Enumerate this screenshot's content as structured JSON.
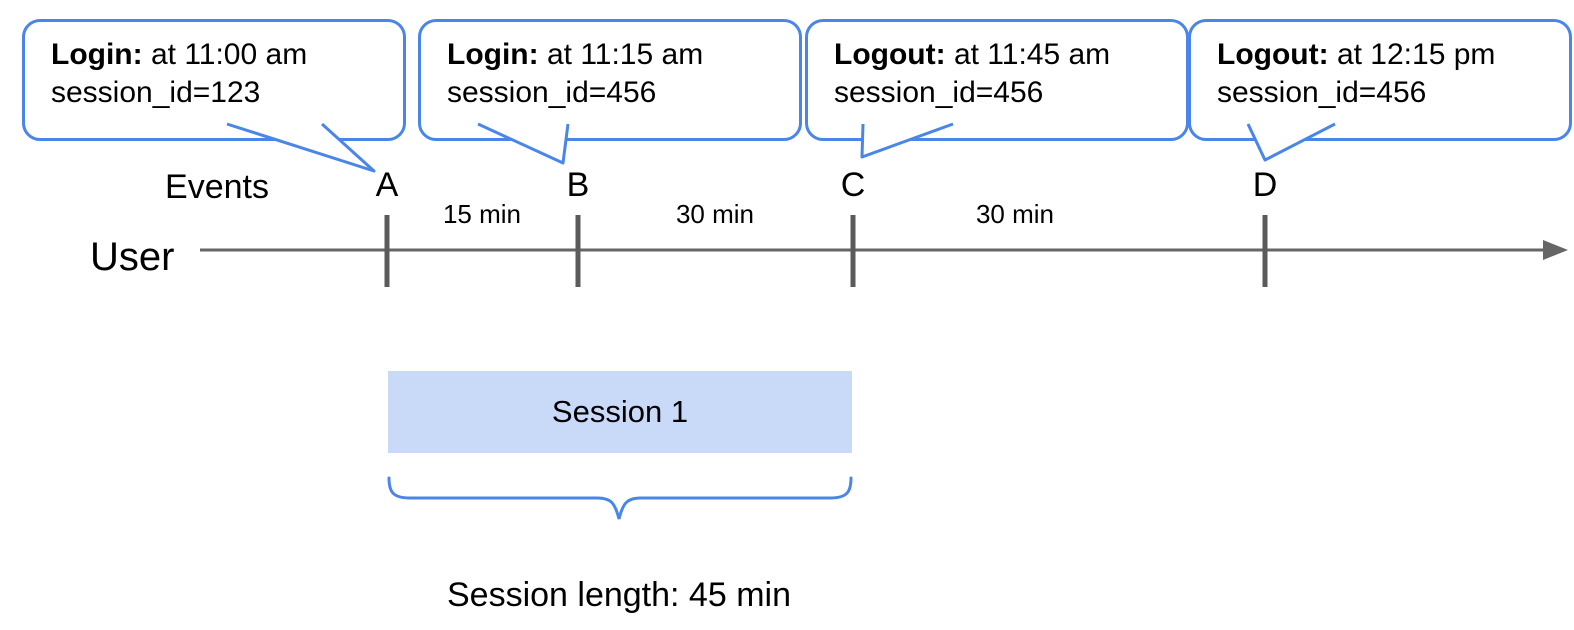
{
  "figure": {
    "callouts": [
      {
        "marker": "A",
        "event": "Login:",
        "time": " at 11:00 am",
        "session": "session_id=123"
      },
      {
        "marker": "B",
        "event": "Login:",
        "time": " at 11:15 am",
        "session": "session_id=456"
      },
      {
        "marker": "C",
        "event": "Logout:",
        "time": " at 11:45 am",
        "session": "session_id=456"
      },
      {
        "marker": "D",
        "event": "Logout:",
        "time": " at 12:15 pm",
        "session": "session_id=456"
      }
    ],
    "timeline": {
      "events_label": "Events",
      "axis_label": "User",
      "markers": [
        "A",
        "B",
        "C",
        "D"
      ],
      "intervals": [
        "15 min",
        "30 min",
        "30 min"
      ]
    },
    "session": {
      "label": "Session 1",
      "length_label": "Session length: 45 min"
    },
    "colors": {
      "accent_blue": "#4a86e8",
      "session_fill": "#c9daf8",
      "line_gray": "#666666",
      "tick_gray": "#5b5b5b"
    }
  }
}
